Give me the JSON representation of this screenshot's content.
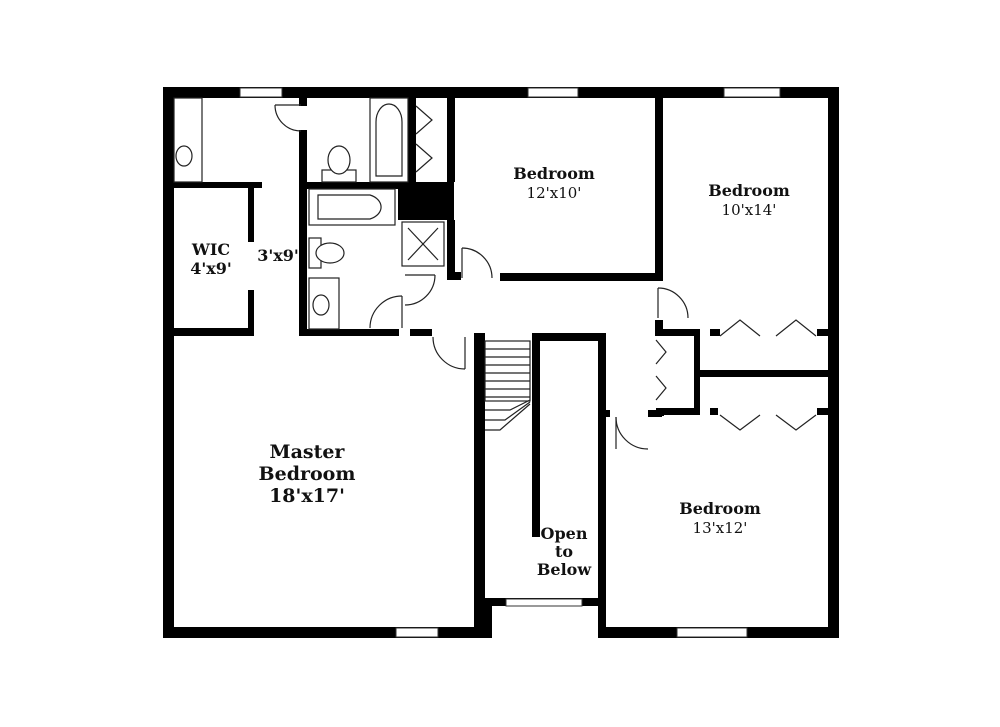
{
  "rooms": {
    "bedroom_a": {
      "name": "Bedroom",
      "size": "12'x10'"
    },
    "bedroom_b": {
      "name": "Bedroom",
      "size": "10'x14'"
    },
    "wic": {
      "name": "WIC",
      "size": "4'x9'"
    },
    "bath_master": {
      "size": "3'x9'"
    },
    "master": {
      "line1": "Master",
      "line2": "Bedroom",
      "size": "18'x17'"
    },
    "bedroom_c": {
      "name": "Bedroom",
      "size": "13'x12'"
    },
    "open": {
      "line1": "Open",
      "line2": "to",
      "line3": "Below"
    }
  },
  "colors": {
    "wall": "#000000",
    "background": "#ffffff"
  }
}
